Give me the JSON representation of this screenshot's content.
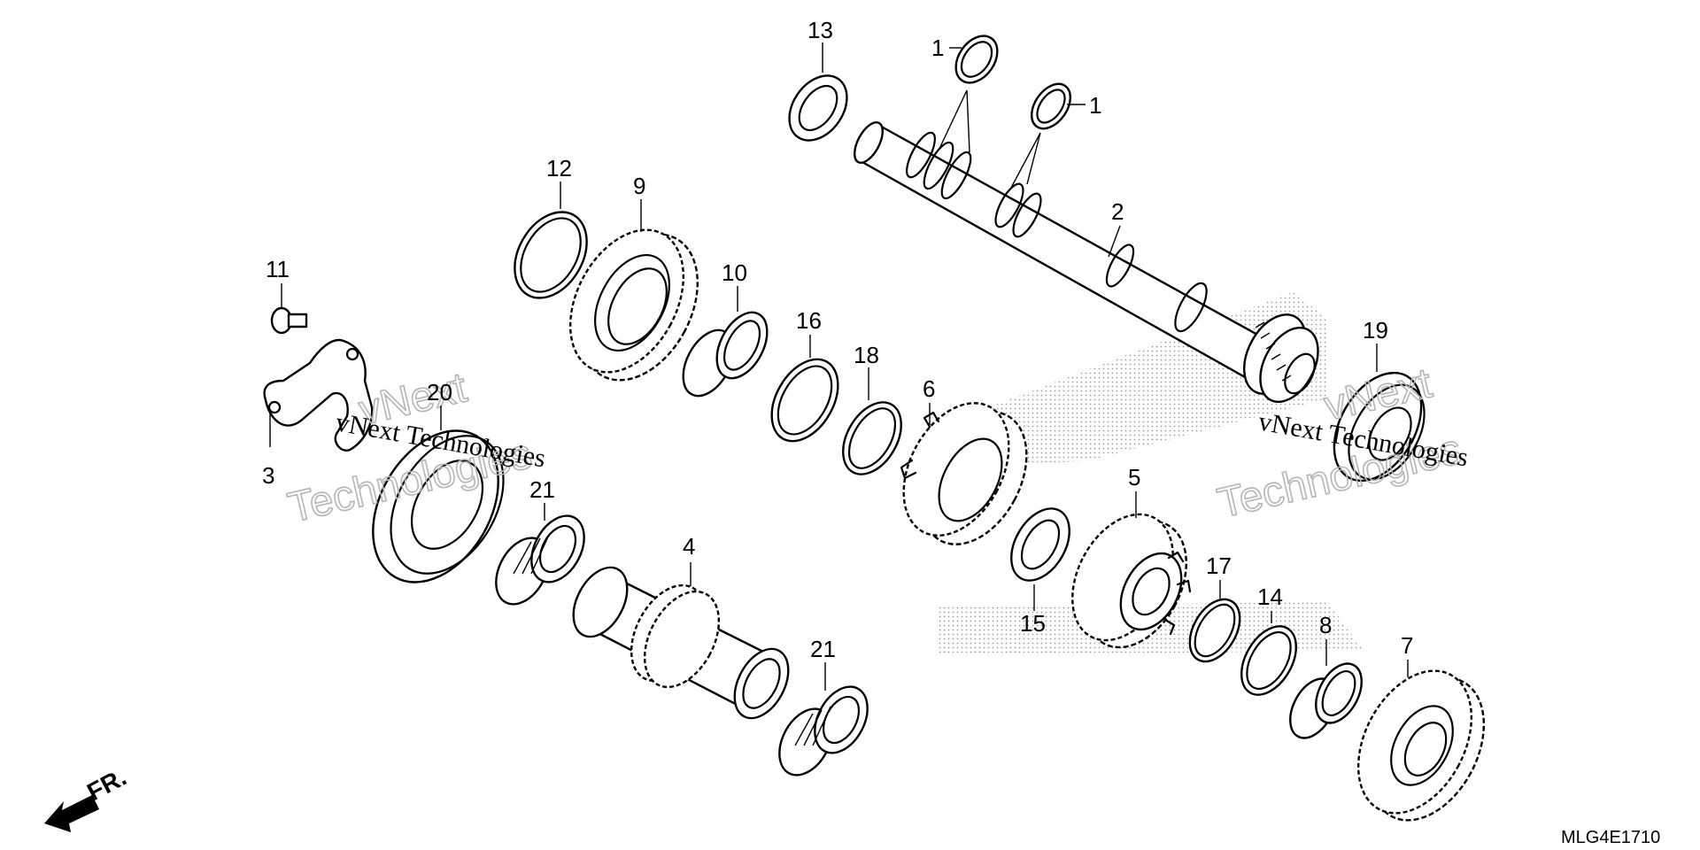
{
  "diagram": {
    "callouts": [
      {
        "id": "c1a",
        "label": "1"
      },
      {
        "id": "c1b",
        "label": "1"
      },
      {
        "id": "c2",
        "label": "2"
      },
      {
        "id": "c3",
        "label": "3"
      },
      {
        "id": "c4",
        "label": "4"
      },
      {
        "id": "c5",
        "label": "5"
      },
      {
        "id": "c6",
        "label": "6"
      },
      {
        "id": "c7",
        "label": "7"
      },
      {
        "id": "c8",
        "label": "8"
      },
      {
        "id": "c9",
        "label": "9"
      },
      {
        "id": "c10",
        "label": "10"
      },
      {
        "id": "c11",
        "label": "11"
      },
      {
        "id": "c12",
        "label": "12"
      },
      {
        "id": "c13",
        "label": "13"
      },
      {
        "id": "c14",
        "label": "14"
      },
      {
        "id": "c15",
        "label": "15"
      },
      {
        "id": "c16",
        "label": "16"
      },
      {
        "id": "c17",
        "label": "17"
      },
      {
        "id": "c18",
        "label": "18"
      },
      {
        "id": "c19",
        "label": "19"
      },
      {
        "id": "c20",
        "label": "20"
      },
      {
        "id": "c21a",
        "label": "21"
      },
      {
        "id": "c21b",
        "label": "21"
      }
    ],
    "direction_label": "FR.",
    "part_code": "MLG4E1710",
    "watermark": {
      "line1": "vNext",
      "line2": "Technologies",
      "line3": "vNext Technologies"
    }
  }
}
